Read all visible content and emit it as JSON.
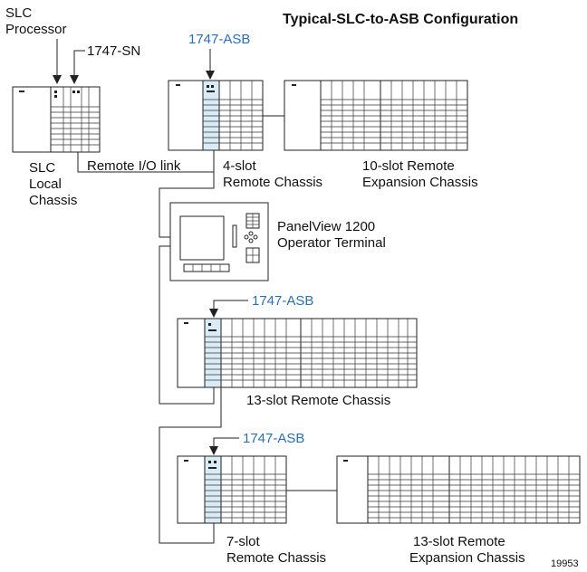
{
  "title": "Typical-SLC-to-ASB Configuration",
  "figure_number": "19953",
  "accent_color": "#2a6fb5",
  "labels": {
    "slc_processor_l1": "SLC",
    "slc_processor_l2": "Processor",
    "sn": "1747-SN",
    "asb1": "1747-ASB",
    "asb2": "1747-ASB",
    "asb3": "1747-ASB",
    "slc_local_l1": "SLC",
    "slc_local_l2": "Local",
    "slc_local_l3": "Chassis",
    "remote_io_link": "Remote I/O link",
    "chassis4_l1": "4-slot",
    "chassis4_l2": "Remote Chassis",
    "exp10_l1": "10-slot Remote",
    "exp10_l2": "Expansion Chassis",
    "panelview_l1": "PanelView 1200",
    "panelview_l2": "Operator Terminal",
    "chassis13": "13-slot Remote Chassis",
    "chassis7_l1": "7-slot",
    "chassis7_l2": "Remote Chassis",
    "exp13_l1": "13-slot Remote",
    "exp13_l2": "Expansion Chassis"
  }
}
